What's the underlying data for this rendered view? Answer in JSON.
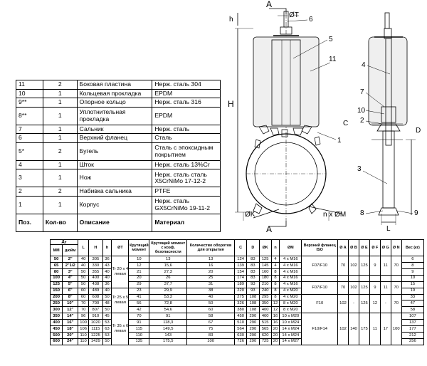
{
  "parts_table": {
    "rows": [
      {
        "pos": "11",
        "qty": "2",
        "desc": "Боковая пластина",
        "mat": "Нерж. сталь 304"
      },
      {
        "pos": "10",
        "qty": "1",
        "desc": "Кольцевая прокладка",
        "mat": "EPDM"
      },
      {
        "pos": "9**",
        "qty": "1",
        "desc": "Опорное кольцо",
        "mat": "Нерж. сталь 316"
      },
      {
        "pos": "8**",
        "qty": "1",
        "desc": "Уплотнительная прокладка",
        "mat": "EPDM"
      },
      {
        "pos": "7",
        "qty": "1",
        "desc": "Сальник",
        "mat": "Нерж. сталь"
      },
      {
        "pos": "6",
        "qty": "1",
        "desc": "Верхний фланец",
        "mat": "Сталь"
      },
      {
        "pos": "5*",
        "qty": "2",
        "desc": "Бугель",
        "mat": "Сталь с эпоксидным покрытием"
      },
      {
        "pos": "4",
        "qty": "1",
        "desc": "Шток",
        "mat": "Нерж. сталь 13%Cr"
      },
      {
        "pos": "3",
        "qty": "1",
        "desc": "Нож",
        "mat": "Нерж. сталь сталь X5CrNiMo 17-12-2"
      },
      {
        "pos": "2",
        "qty": "2",
        "desc": "Набивка сальника",
        "mat": "PTFE"
      },
      {
        "pos": "1",
        "qty": "1",
        "desc": "Корпус",
        "mat": "Нерж. сталь GX5CrNiMo 19-11-2"
      }
    ],
    "footer": {
      "pos": "Поз.",
      "qty": "Кол-во",
      "desc": "Описание",
      "mat": "Материал"
    }
  },
  "drawing": {
    "section_label": "A",
    "dims": {
      "h": "h",
      "H": "H",
      "T": "ØT",
      "K": "ØK",
      "M": "n x ØM",
      "C": "C",
      "D": "D",
      "L": "L"
    },
    "callouts": [
      "6",
      "5",
      "11",
      "1",
      "4",
      "7",
      "10",
      "2",
      "3",
      "8",
      "9"
    ]
  },
  "dims_table": {
    "headers": {
      "dy": "Ду",
      "mm": "ММ",
      "inch": "дюйм",
      "L": "L",
      "H": "H",
      "h": "h",
      "T": "ØT",
      "torque": "Крутящий момент",
      "torque_safety": "Крутящий момент с коэф. безопасности",
      "turns": "Количество оборотов для открытия",
      "C": "C",
      "D": "D",
      "K": "ØK",
      "n": "n",
      "M": "ØM",
      "iso": "Верхний фланец ISO",
      "A": "Ø A",
      "B": "Ø B",
      "E": "Ø E",
      "F": "Ø F",
      "G": "Ø G",
      "N": "Ø N",
      "weight": "Вес (кг)"
    },
    "rows": [
      {
        "mm": "50",
        "in": "2\"",
        "L": "40",
        "H": "305",
        "h": "36",
        "t1": "10",
        "t2": "13",
        "turns": "13",
        "C": "124",
        "D": "83",
        "K": "125",
        "n": "4",
        "M": "4 x M16",
        "w": "6"
      },
      {
        "mm": "65",
        "in": "2\"1/2",
        "L": "40",
        "H": "330",
        "h": "43",
        "t1": "12",
        "t2": "15,6",
        "turns": "16",
        "C": "139",
        "D": "83",
        "K": "145",
        "n": "4",
        "M": "4 x M16",
        "w": "8"
      },
      {
        "mm": "80",
        "in": "3\"",
        "L": "50",
        "H": "355",
        "h": "40",
        "t1": "21",
        "t2": "27,3",
        "turns": "20",
        "C": "154",
        "D": "83",
        "K": "160",
        "n": "8",
        "M": "4 x M16",
        "w": "9"
      },
      {
        "mm": "100",
        "in": "4\"",
        "L": "50",
        "H": "400",
        "h": "40",
        "t1": "20",
        "t2": "26",
        "turns": "25",
        "C": "174",
        "D": "83",
        "K": "180",
        "n": "8",
        "M": "4 x M16",
        "w": "10"
      },
      {
        "mm": "125",
        "in": "5\"",
        "L": "50",
        "H": "438",
        "h": "36",
        "t1": "29",
        "t2": "37,7",
        "turns": "31",
        "C": "189",
        "D": "93",
        "K": "210",
        "n": "8",
        "M": "4 x M16",
        "w": "15"
      },
      {
        "mm": "150",
        "in": "6\"",
        "L": "60",
        "H": "489",
        "h": "40",
        "t1": "23",
        "t2": "29,9",
        "turns": "38",
        "C": "220",
        "D": "93",
        "K": "240",
        "n": "8",
        "M": "4 x M20",
        "w": "19"
      },
      {
        "mm": "200",
        "in": "8\"",
        "L": "60",
        "H": "608",
        "h": "50",
        "t1": "41",
        "t2": "53,3",
        "turns": "40",
        "C": "275",
        "D": "108",
        "K": "295",
        "n": "8",
        "M": "4 x M20",
        "w": "33"
      },
      {
        "mm": "250",
        "in": "10\"",
        "L": "70",
        "H": "700",
        "h": "48",
        "t1": "56",
        "t2": "72,8",
        "turns": "50",
        "C": "326",
        "D": "108",
        "K": "350",
        "n": "12",
        "M": "8 x M20",
        "w": "47"
      },
      {
        "mm": "300",
        "in": "12\"",
        "L": "70",
        "H": "807",
        "h": "50",
        "t1": "42",
        "t2": "54,6",
        "turns": "60",
        "C": "380",
        "D": "108",
        "K": "400",
        "n": "12",
        "M": "8 x M20",
        "w": "58"
      },
      {
        "mm": "350",
        "in": "14\"",
        "L": "96",
        "H": "910",
        "h": "45",
        "t1": "70",
        "t2": "91",
        "turns": "58",
        "C": "450",
        "D": "290",
        "K": "460",
        "n": "16",
        "M": "10 x M20",
        "w": "107"
      },
      {
        "mm": "400",
        "in": "16\"",
        "L": "100",
        "H": "1020",
        "h": "53",
        "t1": "91",
        "t2": "118,3",
        "turns": "67",
        "C": "510",
        "D": "290",
        "K": "515",
        "n": "16",
        "M": "10 x M24",
        "w": "137"
      },
      {
        "mm": "450",
        "in": "18\"",
        "L": "106",
        "H": "1115",
        "h": "63",
        "t1": "115",
        "t2": "149,5",
        "turns": "75",
        "C": "564",
        "D": "290",
        "K": "565",
        "n": "20",
        "M": "14 x M24",
        "w": "177"
      },
      {
        "mm": "500",
        "in": "20\"",
        "L": "110",
        "H": "1225",
        "h": "53",
        "t1": "110",
        "t2": "143",
        "turns": "83",
        "C": "630",
        "D": "290",
        "K": "620",
        "n": "20",
        "M": "14 x M24",
        "w": "212"
      },
      {
        "mm": "600",
        "in": "24\"",
        "L": "110",
        "H": "1429",
        "h": "50",
        "t1": "135",
        "t2": "175,5",
        "turns": "100",
        "C": "726",
        "D": "290",
        "K": "725",
        "n": "20",
        "M": "14 x M27",
        "w": "256"
      }
    ],
    "t_groups": [
      "Tr 20 x 4 левая",
      "Tr 25 x 5 левая",
      "Tr 35 x 6 левая"
    ],
    "flange_groups": [
      {
        "iso": "F07/F10",
        "A": "70",
        "B": "102",
        "E": "125",
        "F": "9",
        "G": "11",
        "N": "70"
      },
      {
        "iso": "F07/F10",
        "A": "70",
        "B": "102",
        "E": "125",
        "F": "9",
        "G": "11",
        "N": "70"
      },
      {
        "iso": "F10",
        "A": "102",
        "B": "-",
        "E": "125",
        "F": "12",
        "G": "-",
        "N": "70"
      },
      {
        "iso": "F10/F14",
        "A": "102",
        "B": "140",
        "E": "175",
        "F": "11",
        "G": "17",
        "N": "100"
      }
    ]
  }
}
